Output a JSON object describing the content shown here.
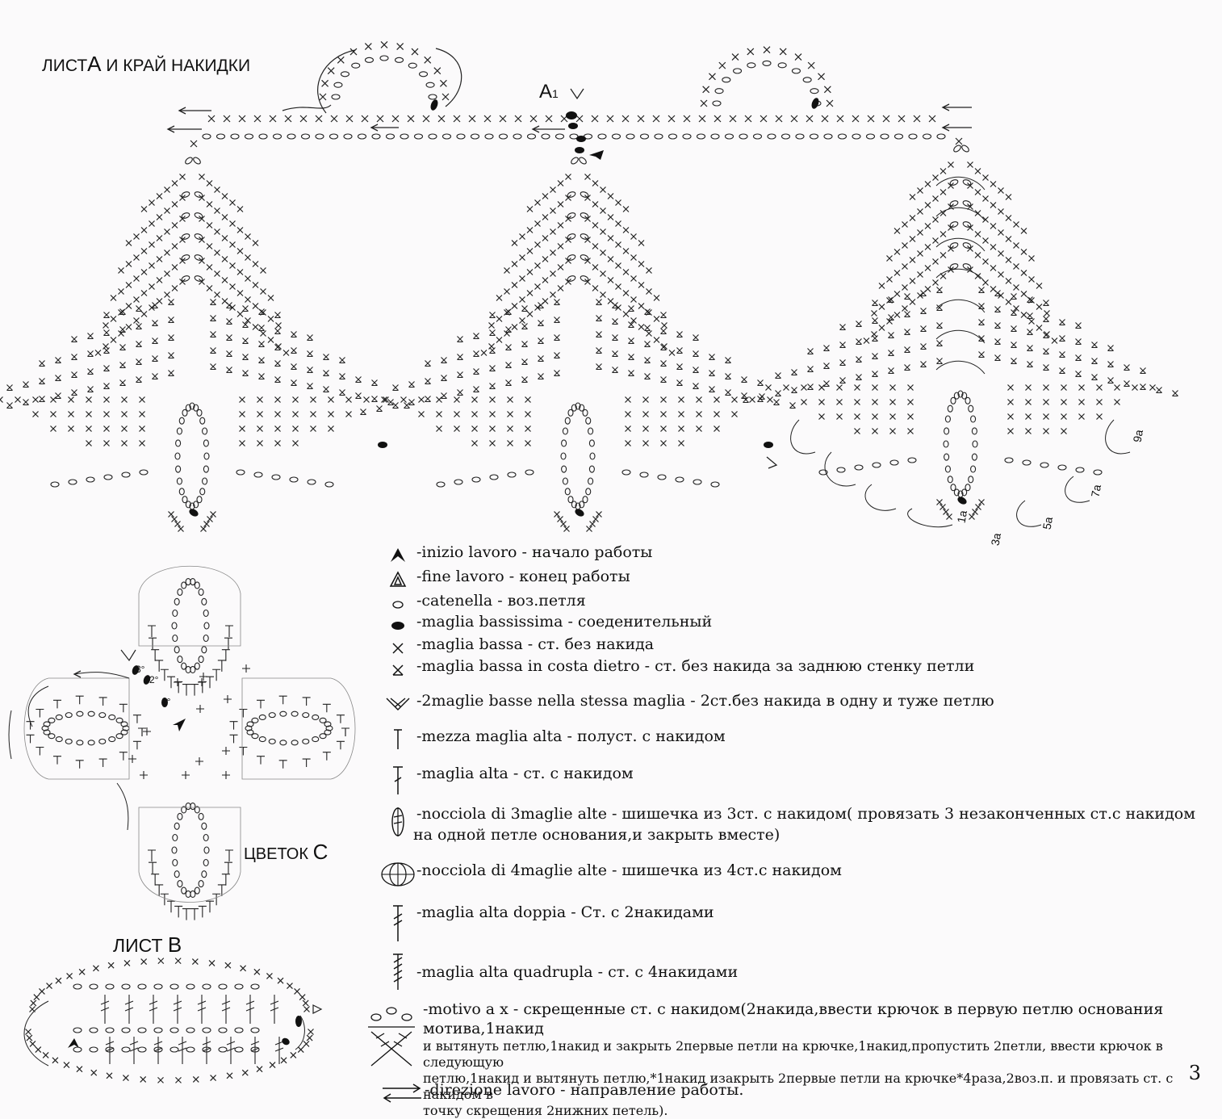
{
  "titles": {
    "leaf_a_pre": "ЛИСТ",
    "leaf_a_letter": "А",
    "leaf_a_post": "И КРАЙ НАКИДКИ",
    "marker_a1": "А",
    "marker_a1_sub": "1",
    "flower_c": "ЦВЕТОК",
    "flower_c_letter": "С",
    "leaf_b_pre": "ЛИСТ",
    "leaf_b_letter": "В"
  },
  "row_labels": [
    "9а",
    "7а",
    "5а",
    "3а",
    "1а"
  ],
  "flower_rounds": [
    "3°",
    "2°",
    "1°"
  ],
  "legend": [
    {
      "icon": "start-arrow-icon",
      "text": "-inizio lavoro - начало работы"
    },
    {
      "icon": "end-arrow-icon",
      "text": "-fine lavoro - конец работы"
    },
    {
      "icon": "chain-stitch-icon",
      "text": "-catenella - воз.петля"
    },
    {
      "icon": "slip-stitch-icon",
      "text": "-maglia bassissima - соеденительный"
    },
    {
      "icon": "single-crochet-icon",
      "text": "-maglia bassa - ст. без накида"
    },
    {
      "icon": "back-loop-sc-icon",
      "text": "-maglia bassa in costa dietro - ст. без накида за заднюю стенку петли"
    },
    {
      "icon": "two-sc-same-stitch-icon",
      "text": "-2maglie basse nella stessa maglia - 2ст.без накида в одну и туже петлю"
    },
    {
      "icon": "half-double-icon",
      "text": "-mezza maglia alta - полуст. с накидом"
    },
    {
      "icon": "double-crochet-icon",
      "text": "-maglia alta - ст. с накидом"
    },
    {
      "icon": "cluster-3-icon",
      "text": "-nocciola di 3maglie alte - шишечка из 3ст. с накидом( провязать 3 незаконченных ст.с накидом",
      "text2": "на одной петле основания,и закрыть вместе)"
    },
    {
      "icon": "cluster-4-icon",
      "text": "-nocciola di 4maglie alte - шишечка из 4ст.с накидом"
    },
    {
      "icon": "treble-crochet-icon",
      "text": "-maglia alta doppia - Ст. с 2накидами"
    },
    {
      "icon": "quad-treble-icon",
      "text": "-maglia alta quadrupla - ст. с 4накидами"
    },
    {
      "icon": "crossed-stitch-icon",
      "text": "-motivo a x - скрещенные ст. с накидом",
      "note": "(2накида,ввести крючок в первую петлю основания мотива,1накид",
      "note2": "и вытянуть петлю,1накид и закрыть 2первые петли на крючке,1накид,пропустить 2петли, ввести крючок в следующую",
      "note3": "петлю,1накид и вытянуть петлю,*1накид изакрыть 2первые петли на крючке*4раза,2воз.п. и провязать ст. с накидом в",
      "note4": "точку скрещения 2нижних петель)."
    },
    {
      "icon": "direction-arrows-icon",
      "text": "-direzione lavoro - направление работы."
    }
  ],
  "page_number": "3"
}
